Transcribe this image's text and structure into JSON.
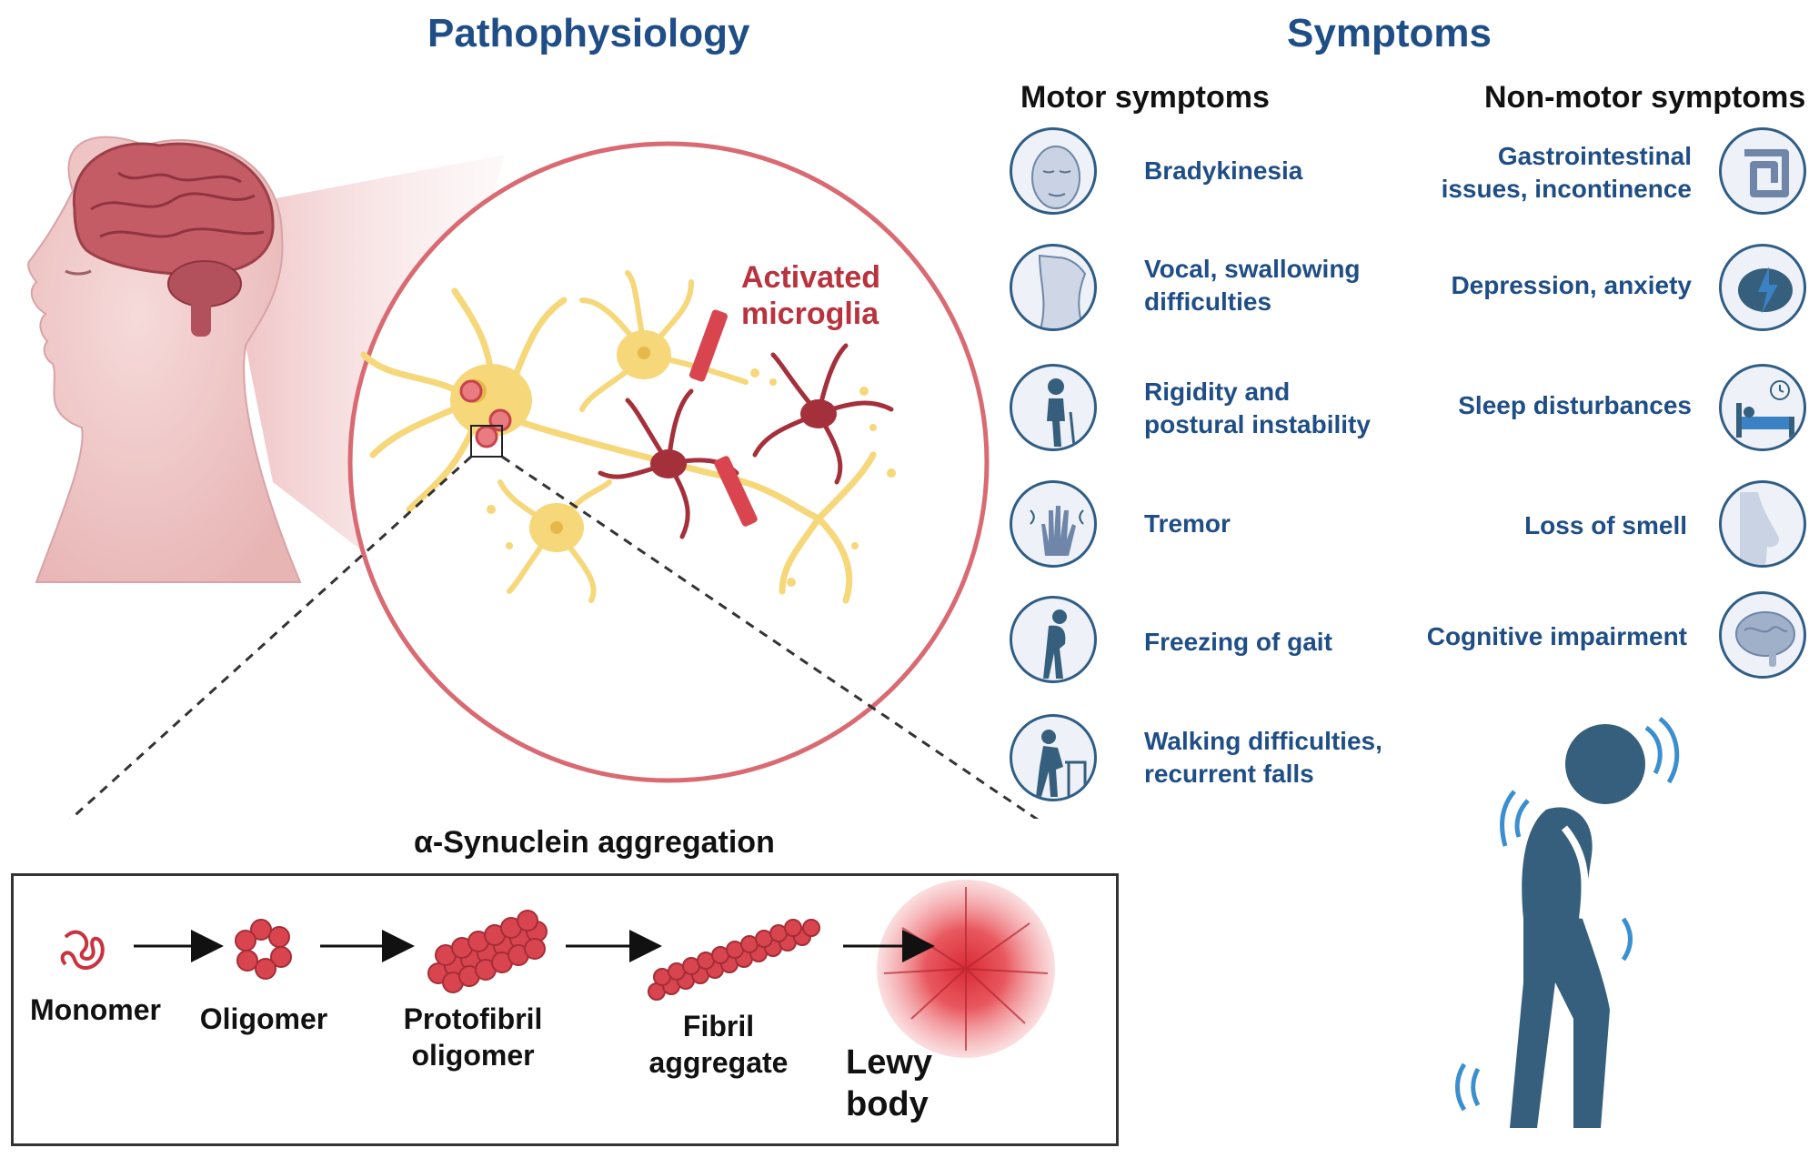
{
  "titles": {
    "pathophysiology": "Pathophysiology",
    "symptoms": "Symptoms"
  },
  "microglia_label": [
    "Activated",
    "microglia"
  ],
  "motor": {
    "heading": "Motor symptoms",
    "items": [
      {
        "lines": [
          "Bradykinesia"
        ],
        "icon": "face-icon"
      },
      {
        "lines": [
          "Vocal, swallowing",
          "difficulties"
        ],
        "icon": "throat-icon"
      },
      {
        "lines": [
          "Rigidity and",
          "postural instability"
        ],
        "icon": "elderly-cane-icon"
      },
      {
        "lines": [
          "Tremor"
        ],
        "icon": "shaking-hand-icon"
      },
      {
        "lines": [
          "Freezing of gait"
        ],
        "icon": "stooped-person-icon"
      },
      {
        "lines": [
          "Walking difficulties,",
          "recurrent falls"
        ],
        "icon": "walker-icon"
      }
    ]
  },
  "nonmotor": {
    "heading": "Non-motor symptoms",
    "items": [
      {
        "lines": [
          "Gastrointestinal",
          "issues, incontinence"
        ],
        "icon": "intestine-icon"
      },
      {
        "lines": [
          "Depression, anxiety"
        ],
        "icon": "brain-lightning-icon"
      },
      {
        "lines": [
          "Sleep disturbances"
        ],
        "icon": "bed-clock-icon"
      },
      {
        "lines": [
          "Loss of smell"
        ],
        "icon": "nose-icon"
      },
      {
        "lines": [
          "Cognitive impairment"
        ],
        "icon": "brain-icon"
      }
    ]
  },
  "aggregation": {
    "title": "α-Synuclein aggregation",
    "stages": [
      {
        "lines": [
          "Monomer"
        ]
      },
      {
        "lines": [
          "Oligomer"
        ]
      },
      {
        "lines": [
          "Protofibril",
          "oligomer"
        ]
      },
      {
        "lines": [
          "Fibril",
          "aggregate"
        ]
      },
      {
        "lines": [
          "Lewy",
          "body"
        ]
      }
    ]
  },
  "colors": {
    "heading_blue": "#1f4e86",
    "icon_blue": "#2f5d86",
    "figure_blue": "#355f7d",
    "neuron_yellow": "#f6d77a",
    "microglia_red": "#a4303b",
    "circle_pink": "#d96a72",
    "protein_red": "#d9454f"
  }
}
